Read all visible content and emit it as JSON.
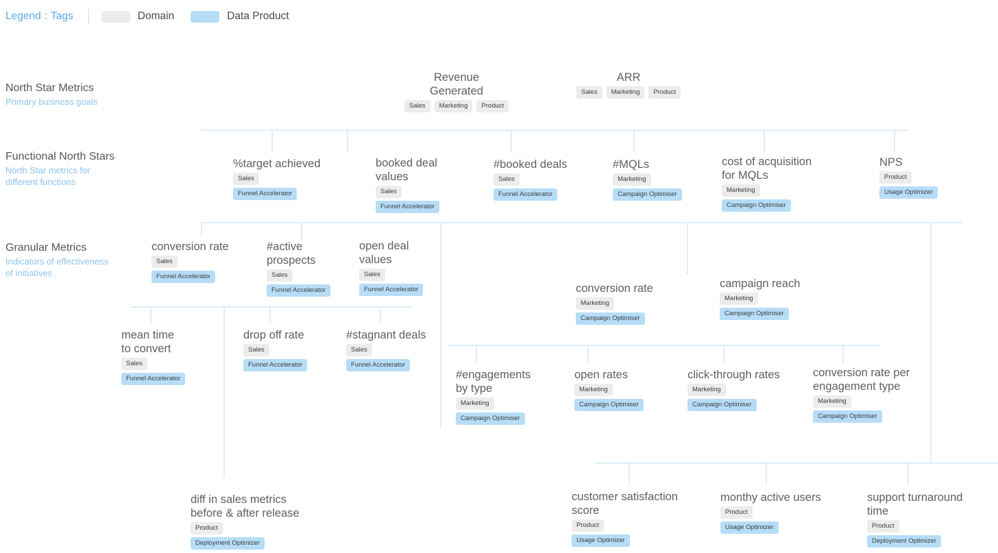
{
  "legend": {
    "label": "Legend",
    "colon": ":",
    "tags_link": "Tags",
    "items": [
      {
        "name": "domain-swatch",
        "label": "Domain",
        "color": "#ececec"
      },
      {
        "name": "data-product-swatch",
        "label": "Data Product",
        "color": "#b6ddf8"
      }
    ]
  },
  "colors": {
    "domain_chip": "#ececec",
    "data_product_chip": "#b6ddf8",
    "connector_line": "#bcddf5",
    "accent_text": "#8ec4ee",
    "link": "#5aa9e8",
    "body_text": "#5f5f5f"
  },
  "rows": [
    {
      "title": "North Star Metrics",
      "subtitle": "Primary business goals"
    },
    {
      "title": "Functional North Stars",
      "subtitle": "North Star metrics for\ndifferent functions"
    },
    {
      "title": "Granular Metrics",
      "subtitle": "Indicators of effectiveness\nof initiatives"
    }
  ],
  "nodes": [
    {
      "id": "revenue-generated",
      "title": "Revenue\nGenerated",
      "domains": [
        "Sales",
        "Marketing",
        "Product"
      ],
      "data_products": []
    },
    {
      "id": "arr",
      "title": "ARR",
      "domains": [
        "Sales",
        "Marketing",
        "Product"
      ],
      "data_products": []
    },
    {
      "id": "target-achieved",
      "title": "%target achieved",
      "domains": [
        "Sales"
      ],
      "data_products": [
        "Funnel Accelerator"
      ]
    },
    {
      "id": "booked-deal-values",
      "title": "booked deal\nvalues",
      "domains": [
        "Sales"
      ],
      "data_products": [
        "Funnel Accelerator"
      ]
    },
    {
      "id": "booked-deals",
      "title": "#booked deals",
      "domains": [
        "Sales"
      ],
      "data_products": [
        "Funnel Accelerator"
      ]
    },
    {
      "id": "mqls",
      "title": "#MQLs",
      "domains": [
        "Marketing"
      ],
      "data_products": [
        "Campaign Optimiser"
      ]
    },
    {
      "id": "cost-of-acquisition-for-mqls",
      "title": "cost of acquisition\nfor MQLs",
      "domains": [
        "Marketing"
      ],
      "data_products": [
        "Campaign Optimiser"
      ]
    },
    {
      "id": "nps",
      "title": "NPS",
      "domains": [
        "Product"
      ],
      "data_products": [
        "Usage Optimizer"
      ]
    },
    {
      "id": "conversion-rate-sales",
      "title": "conversion rate",
      "domains": [
        "Sales"
      ],
      "data_products": [
        "Funnel Accelerator"
      ]
    },
    {
      "id": "active-prospects",
      "title": "#active\nprospects",
      "domains": [
        "Sales"
      ],
      "data_products": [
        "Funnel Accelerator"
      ]
    },
    {
      "id": "open-deal-values",
      "title": "open deal\nvalues",
      "domains": [
        "Sales"
      ],
      "data_products": [
        "Funnel Accelerator"
      ]
    },
    {
      "id": "conversion-rate-marketing",
      "title": "conversion rate",
      "domains": [
        "Marketing"
      ],
      "data_products": [
        "Campaign Optimiser"
      ]
    },
    {
      "id": "campaign-reach",
      "title": "campaign reach",
      "domains": [
        "Marketing"
      ],
      "data_products": [
        "Campaign Optimiser"
      ]
    },
    {
      "id": "mean-time-to-convert",
      "title": "mean time\nto convert",
      "domains": [
        "Sales"
      ],
      "data_products": [
        "Funnel Accelerator"
      ]
    },
    {
      "id": "drop-off-rate",
      "title": "drop off rate",
      "domains": [
        "Sales"
      ],
      "data_products": [
        "Funnel Accelerator"
      ]
    },
    {
      "id": "stagnant-deals",
      "title": "#stagnant deals",
      "domains": [
        "Sales"
      ],
      "data_products": [
        "Funnel Accelerator"
      ]
    },
    {
      "id": "engagements-by-type",
      "title": "#engagements\nby type",
      "domains": [
        "Marketing"
      ],
      "data_products": [
        "Campaign Optimiser"
      ]
    },
    {
      "id": "open-rates",
      "title": "open rates",
      "domains": [
        "Marketing"
      ],
      "data_products": [
        "Campaign Optimiser"
      ]
    },
    {
      "id": "click-through-rates",
      "title": "click-through rates",
      "domains": [
        "Marketing"
      ],
      "data_products": [
        "Campaign Optimiser"
      ]
    },
    {
      "id": "conversion-rate-per-engagement-type",
      "title": "conversion rate per\nengagement type",
      "domains": [
        "Marketing"
      ],
      "data_products": [
        "Campaign Optimiser"
      ]
    },
    {
      "id": "diff-in-sales-metrics",
      "title": "diff in sales metrics\nbefore & after release",
      "domains": [
        "Product"
      ],
      "data_products": [
        "Deployment Optimizer"
      ]
    },
    {
      "id": "customer-satisfaction-score",
      "title": "customer satisfaction\nscore",
      "domains": [
        "Product"
      ],
      "data_products": [
        "Usage Optimizer"
      ]
    },
    {
      "id": "monthly-active-users",
      "title": "monthy active users",
      "domains": [
        "Product"
      ],
      "data_products": [
        "Usage Optimizer"
      ]
    },
    {
      "id": "support-turnaround-time",
      "title": "support turnaround\ntime",
      "domains": [
        "Product"
      ],
      "data_products": [
        "Deployment Optimizer"
      ]
    }
  ]
}
